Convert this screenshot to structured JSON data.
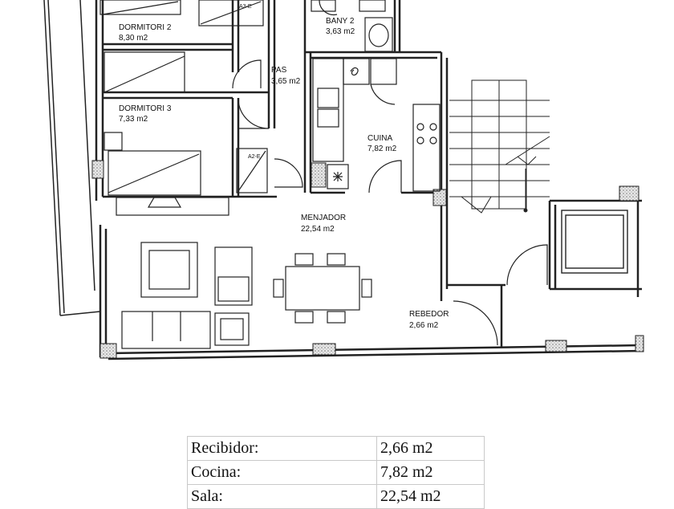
{
  "rooms": {
    "dormitori2": {
      "name": "DORMITORI 2",
      "area": "8,30 m2"
    },
    "bany2": {
      "name": "BANY 2",
      "area": "3,63 m2"
    },
    "pas": {
      "name": "PAS",
      "area": "3,65 m2"
    },
    "dormitori3": {
      "name": "DORMITORI 3",
      "area": "7,33 m2"
    },
    "cuina": {
      "name": "CUINA",
      "area": "7,82 m2"
    },
    "menjador": {
      "name": "MENJADOR",
      "area": "22,54 m2"
    },
    "rebedor": {
      "name": "REBEDOR",
      "area": "2,66 m2"
    }
  },
  "closet_tags": {
    "a3e": "A3-E",
    "a2e": "A2-E"
  },
  "area_table": {
    "rows": [
      {
        "label": "Recibidor:",
        "value": "2,66 m2"
      },
      {
        "label": "Cocina:",
        "value": "7,82 m2"
      },
      {
        "label": "Sala:",
        "value": "22,54 m2"
      }
    ]
  },
  "colors": {
    "wall": "#222222",
    "hatch": "#9a9a9a"
  }
}
